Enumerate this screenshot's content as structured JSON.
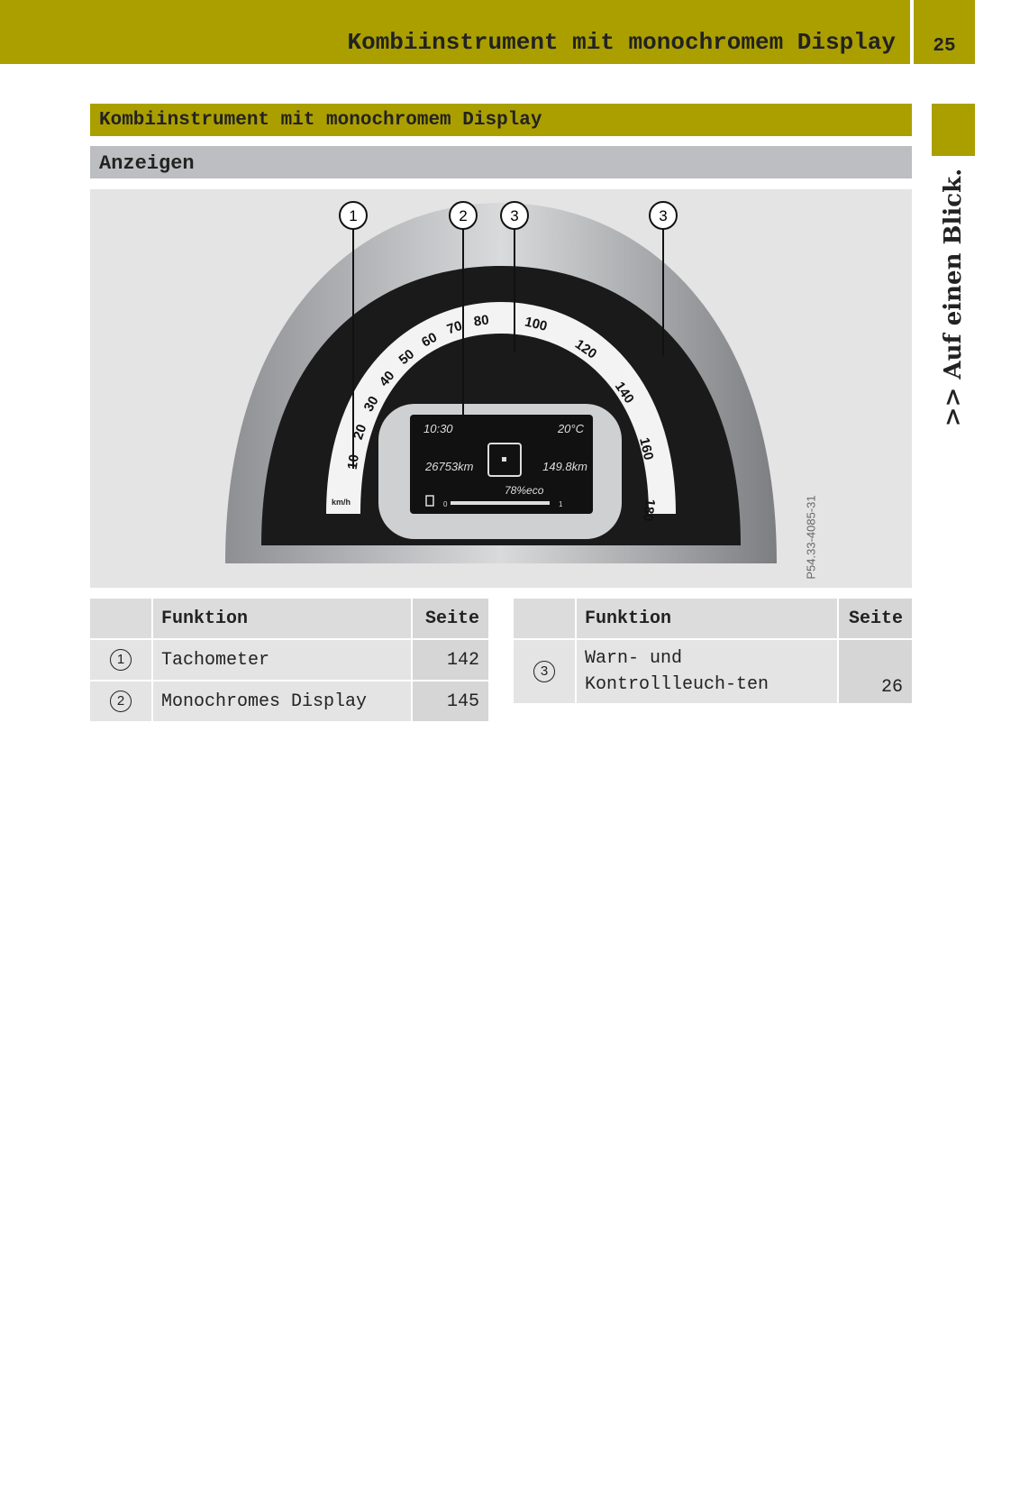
{
  "header": {
    "title": "Kombiinstrument mit monochromem Display",
    "page_number": "25",
    "colors": {
      "accent": "#ab9f00",
      "grey_bar": "#bdbec1"
    }
  },
  "section": {
    "title": "Kombiinstrument mit monochromem Display",
    "subtitle": "Anzeigen"
  },
  "sidebar": {
    "label": ">> Auf einen Blick."
  },
  "figure": {
    "code": "P54.33-4085-31",
    "callouts": [
      "1",
      "2",
      "3",
      "3"
    ],
    "speed_labels": [
      "10",
      "20",
      "30",
      "40",
      "50",
      "60",
      "70",
      "80",
      "100",
      "120",
      "140",
      "160",
      "180"
    ],
    "unit": "km/h",
    "display": {
      "time": "10:30",
      "temperature": "20°C",
      "odometer": "26753km",
      "trip": "149.8km",
      "eco": "78%eco",
      "fuel_min": "0",
      "fuel_max": "1"
    }
  },
  "tables": [
    {
      "headers": [
        "",
        "Funktion",
        "Seite"
      ],
      "rows": [
        {
          "num": "1",
          "function": "Tachometer",
          "page": "142"
        },
        {
          "num": "2",
          "function": "Monochromes Display",
          "page": "145"
        }
      ]
    },
    {
      "headers": [
        "",
        "Funktion",
        "Seite"
      ],
      "rows": [
        {
          "num": "3",
          "function": "Warn- und Kontrollleuch-ten",
          "page": "26"
        }
      ]
    }
  ]
}
